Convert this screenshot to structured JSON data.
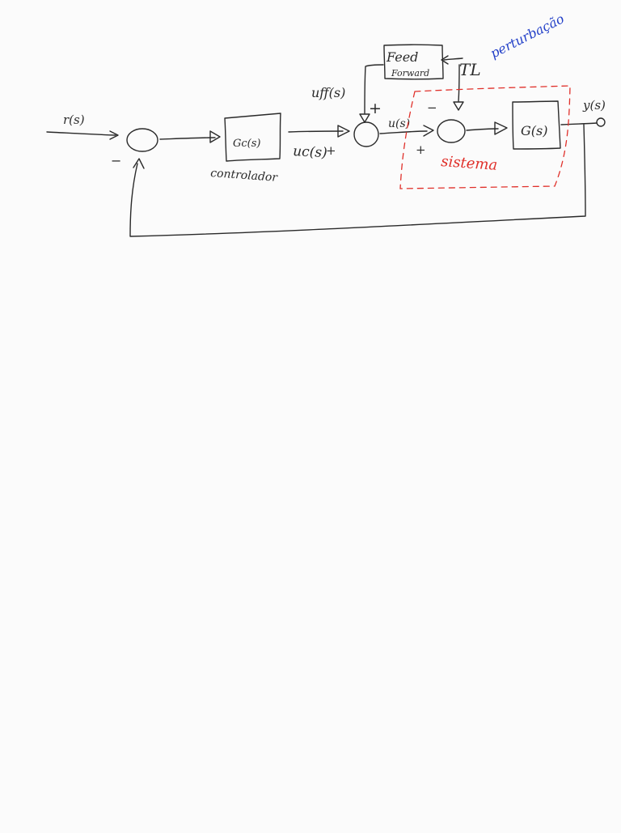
{
  "diagram": {
    "colors": {
      "ink": "#2a2a2a",
      "annotation_red": "#e0302a",
      "annotation_blue": "#2340c8",
      "paper": "#fbfbfb"
    },
    "labels": {
      "reference_input": "r(s)",
      "controller_block": "Gc(s)",
      "controller_caption": "controlador",
      "control_signal": "uc(s)",
      "feedforward_signal": "uff(s)",
      "summed_signal": "u(s)",
      "plant_block": "G(s)",
      "output": "y(s)",
      "feedforward_block_line1": "Feed",
      "feedforward_block_line2": "Forward",
      "disturbance": "TL",
      "disturbance_caption": "perturbação",
      "system_caption": "sistema"
    },
    "signs": {
      "sum1_feedback": "−",
      "sum2_from_controller": "+",
      "sum2_from_feedforward": "+",
      "sum3_from_u": "+",
      "sum3_from_disturbance": "−"
    }
  }
}
